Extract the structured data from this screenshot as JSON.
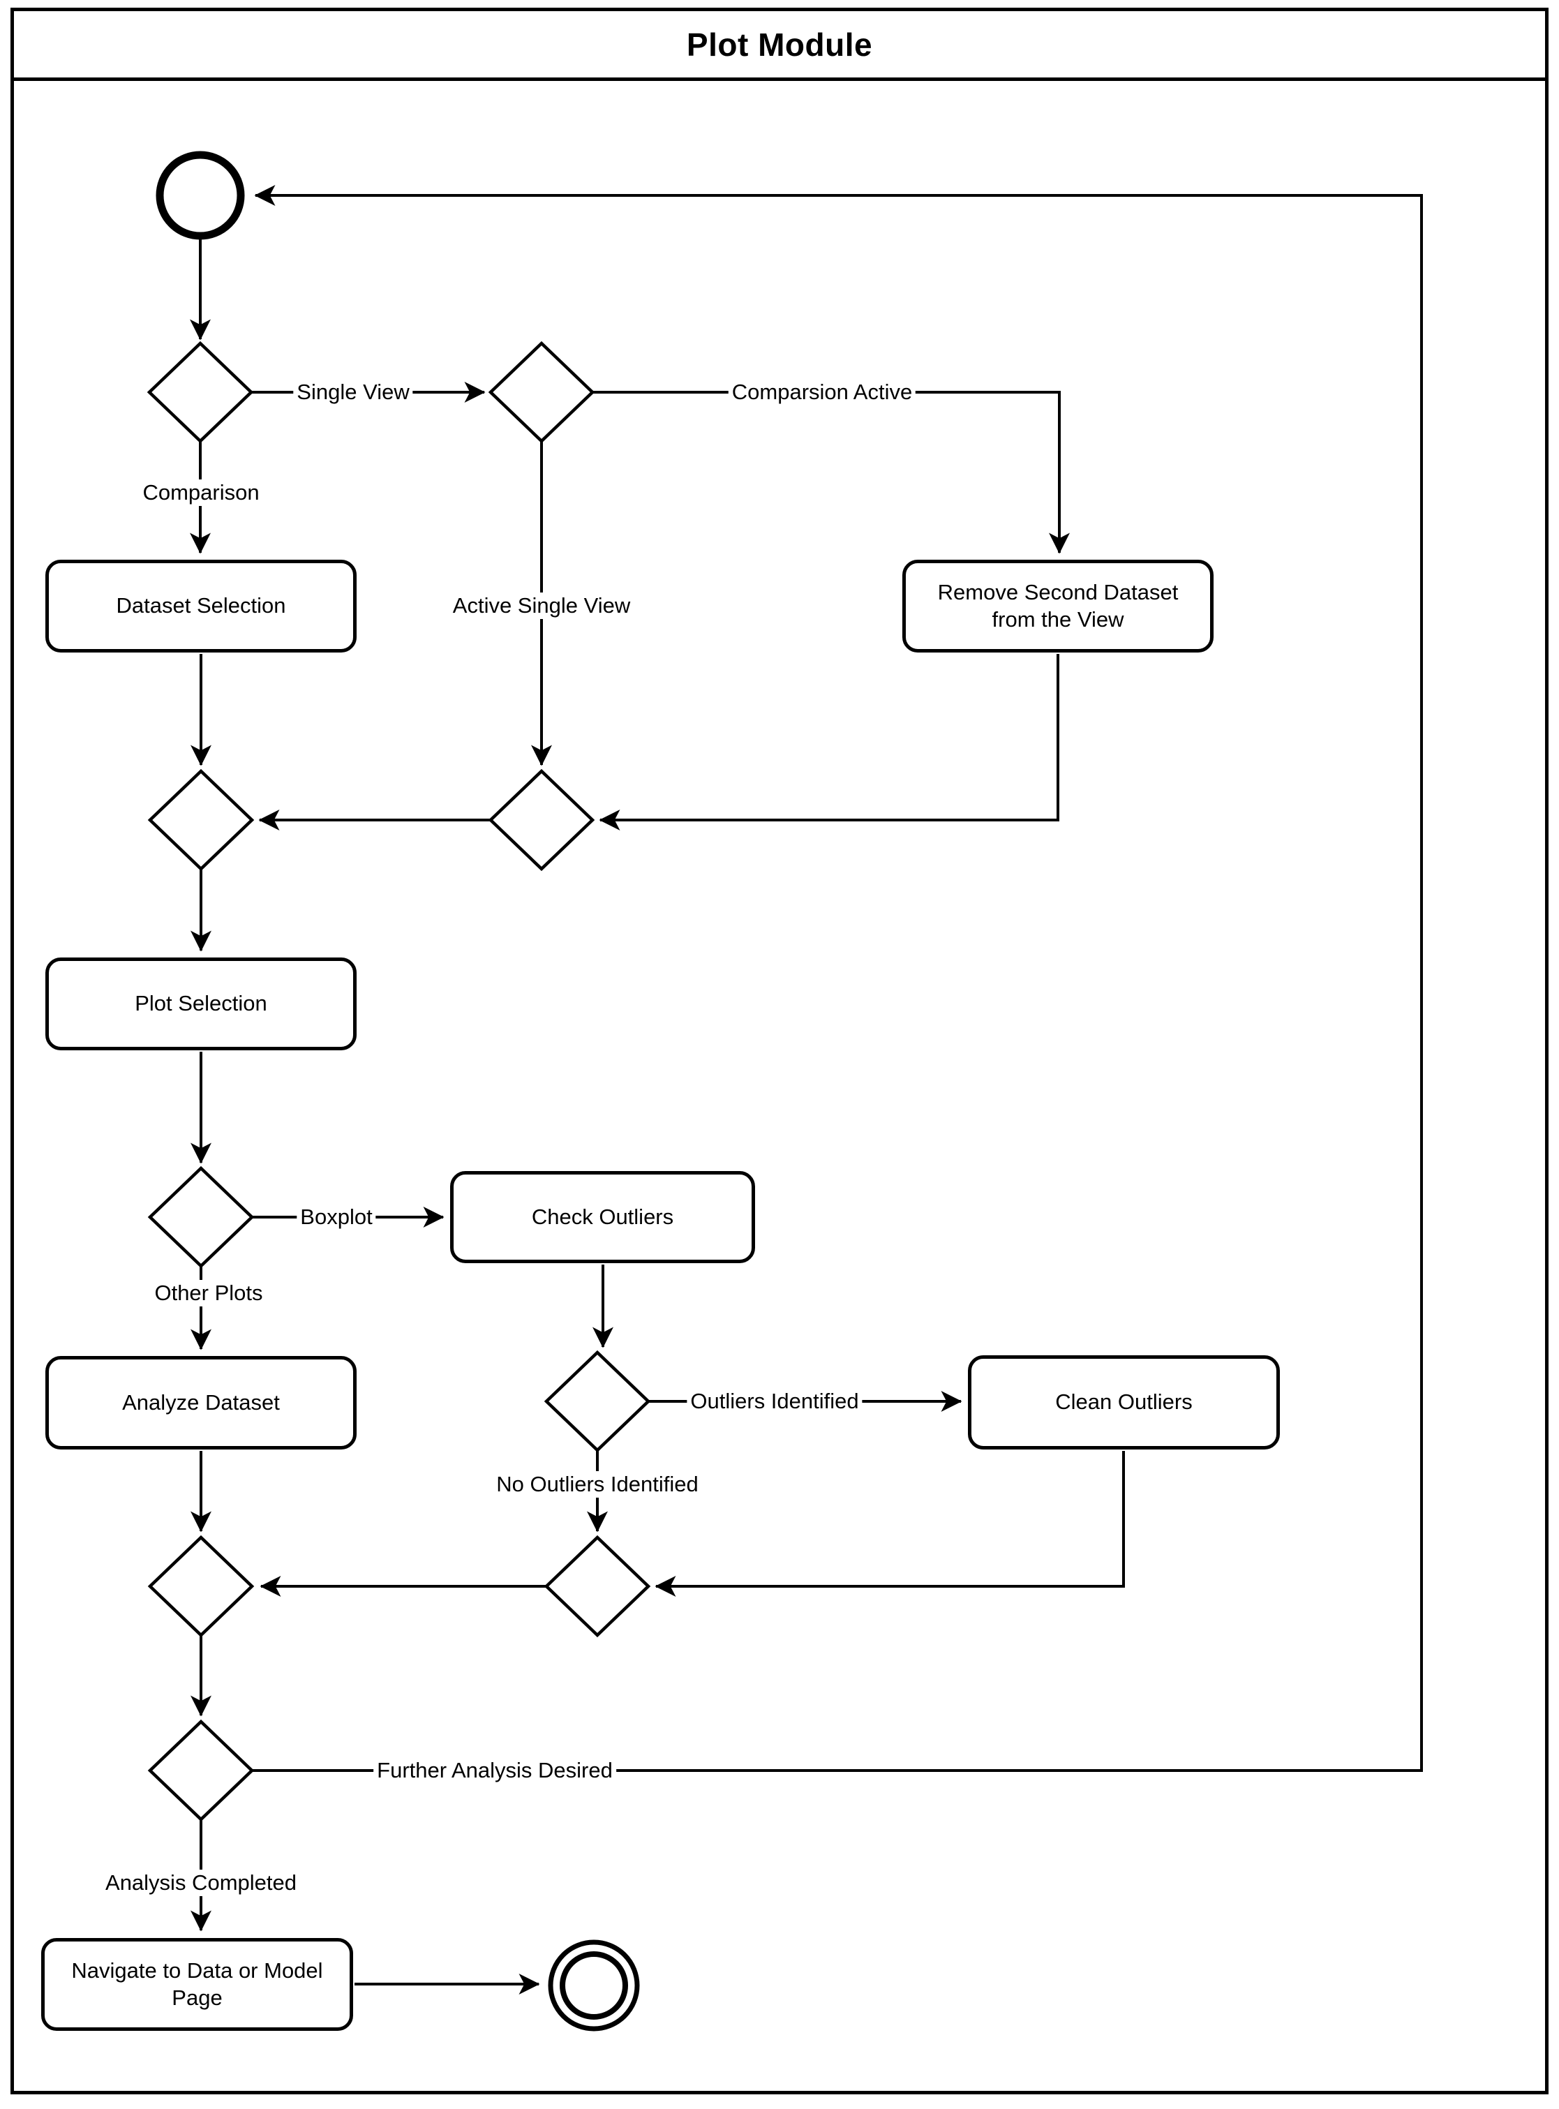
{
  "title": "Plot Module",
  "nodes": {
    "dataset_selection": "Dataset Selection",
    "remove_second_dataset": "Remove Second Dataset from the View",
    "plot_selection": "Plot Selection",
    "check_outliers": "Check Outliers",
    "analyze_dataset": "Analyze Dataset",
    "clean_outliers": "Clean Outliers",
    "navigate_page": "Navigate to Data or Model Page"
  },
  "edge_labels": {
    "single_view": "Single View",
    "comparsion_active": "Comparsion Active",
    "comparison": "Comparison",
    "active_single_view": "Active Single View",
    "boxplot": "Boxplot",
    "other_plots": "Other Plots",
    "outliers_identified": "Outliers Identified",
    "no_outliers_identified": "No Outliers Identified",
    "further_analysis_desired": "Further Analysis Desired",
    "analysis_completed": "Analysis Completed"
  },
  "colors": {
    "stroke": "#000000",
    "background": "#ffffff"
  }
}
